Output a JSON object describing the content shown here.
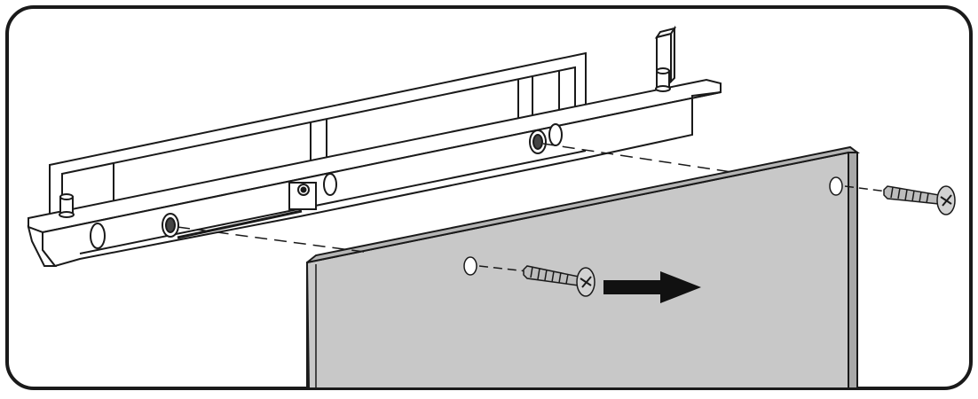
{
  "figure": {
    "kind": "assembly-instruction-illustration",
    "parts": [
      {
        "name": "mounting-rail",
        "icon": "rail-bracket-icon"
      },
      {
        "name": "panel",
        "icon": "panel-board-icon"
      },
      {
        "name": "screw",
        "icon": "phillips-screw-icon",
        "count": 2
      }
    ],
    "step_indicator": "insertion-arrow-icon",
    "colors": {
      "line": "#1a1a1a",
      "panel_face": "#c8c8c8",
      "panel_edge": "#a9a9a9",
      "panel_top": "#b5b5b5",
      "screw_fill": "#d2d2d2",
      "arrow": "#111111",
      "background": "#ffffff"
    }
  }
}
